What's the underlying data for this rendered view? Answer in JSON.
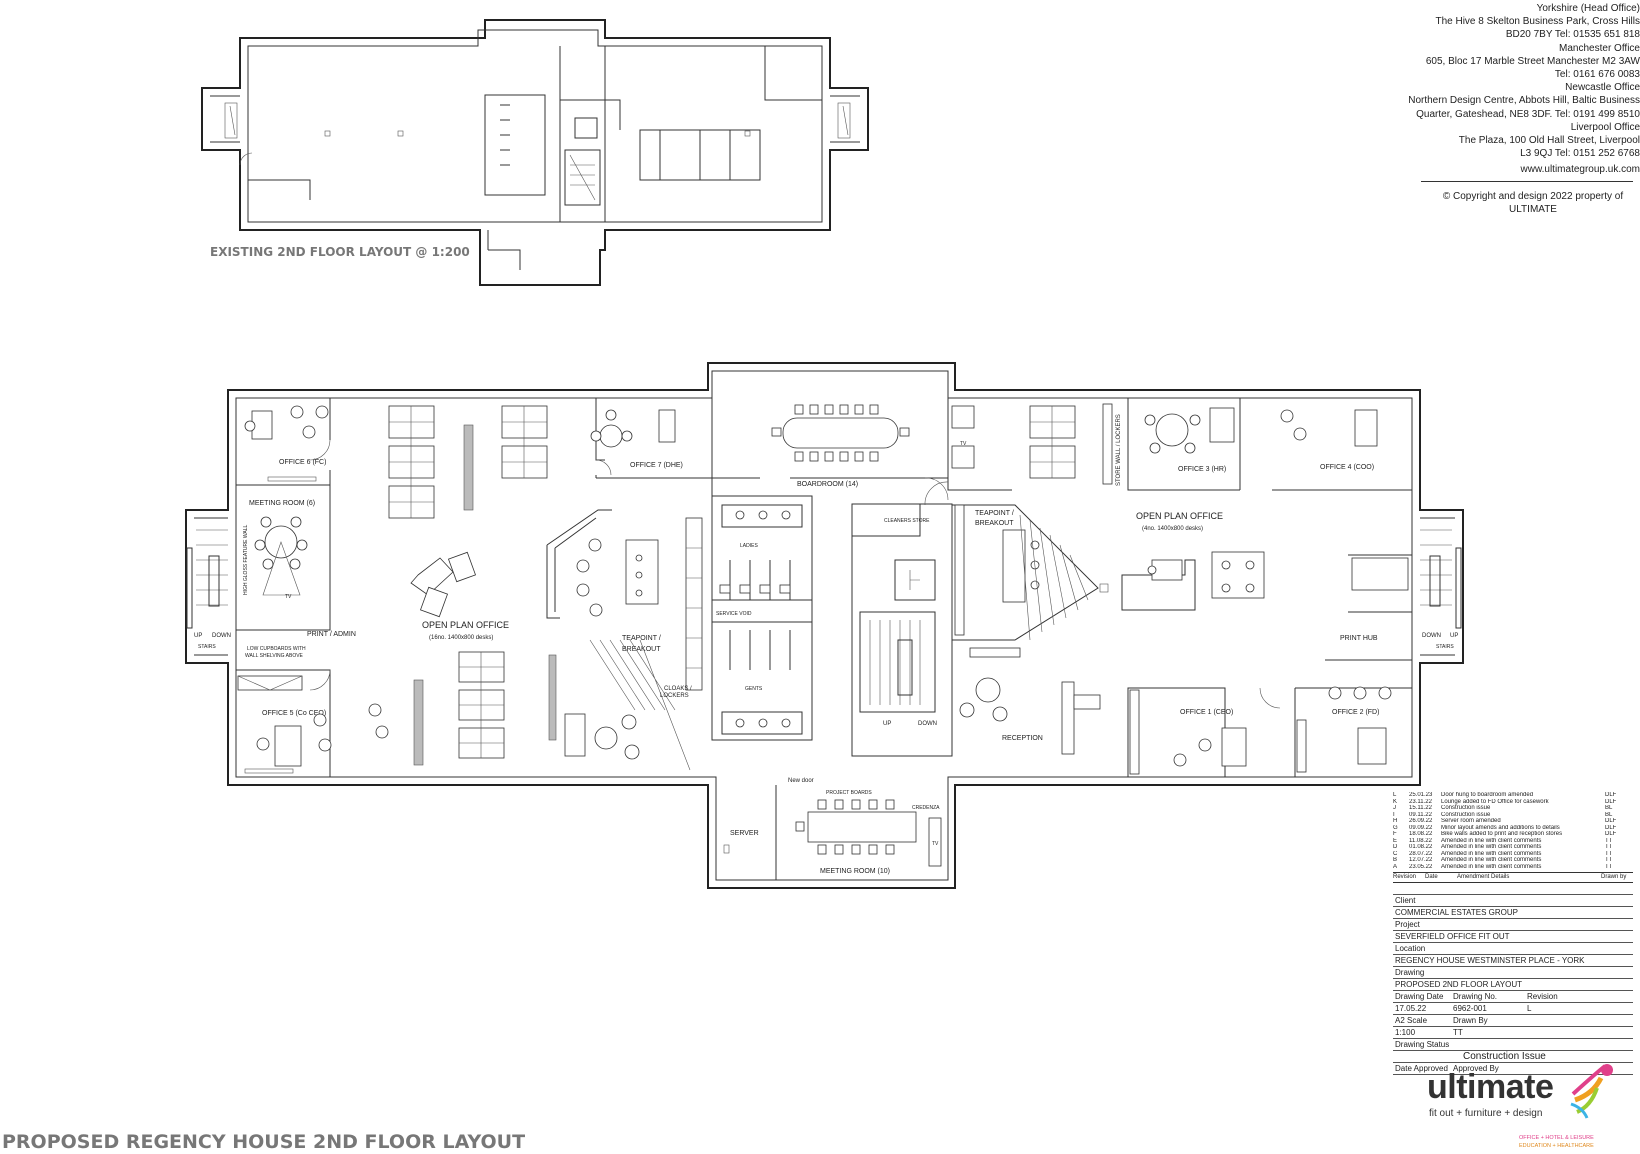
{
  "offices": {
    "lines": [
      "Yorkshire (Head Office)",
      "The Hive 8 Skelton Business Park, Cross Hills",
      "BD20 7BY Tel: 01535 651 818",
      "Manchester Office",
      "605, Bloc 17 Marble Street Manchester M2 3AW",
      "Tel: 0161 676 0083",
      "Newcastle Office",
      "Northern Design Centre, Abbots Hill, Baltic Business",
      "Quarter, Gateshead, NE8 3DF. Tel: 0191 499 8510",
      "Liverpool Office",
      "The Plaza, 100 Old Hall Street, Liverpool",
      "L3 9QJ Tel: 0151 252 6768",
      "www.ultimategroup.uk.com"
    ],
    "copyright": "Copyright and design 2022 property of",
    "copyright_owner": "ULTIMATE"
  },
  "drawing": {
    "existing_title": "EXISTING 2ND FLOOR LAYOUT @ 1:200",
    "main_title": "PROPOSED REGENCY HOUSE 2ND FLOOR LAYOUT"
  },
  "rooms": {
    "office6": "OFFICE 6 (FC)",
    "meeting6": "MEETING ROOM (6)",
    "feature_wall": "HIGH GLOSS FEATURE WALL",
    "print_room": "PRINT / ADMIN",
    "low_cupboards_1": "LOW CUPBOARDS WITH",
    "low_cupboards_2": "WALL SHELVING ABOVE",
    "office5": "OFFICE 5 (Co CEO)",
    "open_plan_left": "OPEN PLAN OFFICE",
    "open_plan_left_desks": "(16no. 1400x800 desks)",
    "office7": "OFFICE 7 (DHE)",
    "teapoint_left_1": "TEAPOINT /",
    "teapoint_left_2": "BREAKOUT",
    "cloaks_1": "CLOAKS /",
    "cloaks_2": "LOCKERS",
    "boardroom": "BOARDROOM (14)",
    "ladies": "LADIES",
    "service_void": "SERVICE VOID",
    "gents": "GENTS",
    "cleaners": "CLEANERS STORE",
    "teapoint_right_1": "TEAPOINT /",
    "teapoint_right_2": "BREAKOUT",
    "storewall": "STORE WALL / LOCKERS",
    "office3": "OFFICE 3 (HR)",
    "office4": "OFFICE 4 (COO)",
    "open_plan_right": "OPEN PLAN OFFICE",
    "open_plan_right_desks": "(4no. 1400x800 desks)",
    "print_hub": "PRINT HUB",
    "reception": "RECEPTION",
    "office1": "OFFICE 1 (CEO)",
    "office2": "OFFICE 2 (FD)",
    "server": "SERVER",
    "meeting10": "MEETING ROOM (10)",
    "project_boards": "PROJECT BOARDS",
    "credenza": "CREDENZA",
    "new_door": "New door",
    "stairs": "STAIRS",
    "up": "UP",
    "down": "DOWN",
    "tv": "TV"
  },
  "revisions": {
    "rows": [
      [
        "L",
        "25.01.23",
        "Door hung to boardroom amended",
        "DLF"
      ],
      [
        "K",
        "23.11.22",
        "Lounge added to FD Office for casework",
        "DLF"
      ],
      [
        "J",
        "15.11.22",
        "Construction issue",
        "BL"
      ],
      [
        "I",
        "09.11.22",
        "Construction issue",
        "BL"
      ],
      [
        "H",
        "26.09.22",
        "Server room amended",
        "DLF"
      ],
      [
        "G",
        "09.09.22",
        "Minor layout amends and additions to details",
        "DLF"
      ],
      [
        "F",
        "18.08.22",
        "Bike walls added to print and reception stores",
        "DLF"
      ],
      [
        "E",
        "11.08.22",
        "Amended in line with client comments",
        "TT"
      ],
      [
        "D",
        "01.08.22",
        "Amended in line with client comments",
        "TT"
      ],
      [
        "C",
        "28.07.22",
        "Amended in line with client comments",
        "TT"
      ],
      [
        "B",
        "12.07.22",
        "Amended in line with client comments",
        "TT"
      ],
      [
        "A",
        "23.05.22",
        "Amended in line with client comments",
        "TT"
      ]
    ],
    "head": [
      "Revision",
      "Date",
      "Amendment Details",
      "Drawn by"
    ]
  },
  "title_block": {
    "client_label": "Client",
    "client": "COMMERCIAL ESTATES GROUP",
    "project_label": "Project",
    "project": "SEVERFIELD OFFICE FIT OUT",
    "location_label": "Location",
    "location": "REGENCY HOUSE WESTMINSTER PLACE - YORK",
    "drawing_label": "Drawing",
    "drawing": "PROPOSED 2ND FLOOR LAYOUT",
    "drawing_date_label": "Drawing Date",
    "drawing_no_label": "Drawing No.",
    "revision_label": "Revision",
    "drawing_date": "17.05.22",
    "drawing_no": "6962-001",
    "revision": "L",
    "scale_label": "A2 Scale",
    "drawn_by_label": "Drawn By",
    "scale": "1:100",
    "drawn_by": "TT",
    "status_label": "Drawing Status",
    "status": "Construction Issue",
    "date_approved_label": "Date Approved",
    "approved_by_label": "Approved By"
  },
  "logo": {
    "word": "ultimate",
    "tagline": "fit out + furniture + design",
    "sectors_1": "OFFICE + HOTEL & LEISURE",
    "sectors_2": "EDUCATION + HEALTHCARE",
    "colors": {
      "magenta": "#e0408a",
      "orange": "#f0a020",
      "green": "#9acd32",
      "blue": "#3cb4e6"
    }
  }
}
